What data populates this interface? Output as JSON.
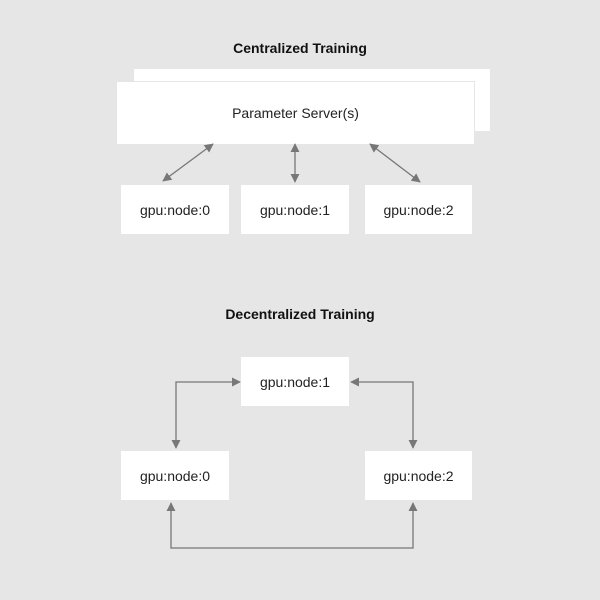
{
  "centralized": {
    "title": "Centralized Training",
    "server_label": "Parameter Server(s)",
    "nodes": [
      "gpu:node:0",
      "gpu:node:1",
      "gpu:node:2"
    ]
  },
  "decentralized": {
    "title": "Decentralized Training",
    "nodes": [
      "gpu:node:1",
      "gpu:node:0",
      "gpu:node:2"
    ]
  },
  "colors": {
    "background": "#e6e6e6",
    "box": "#ffffff",
    "connector": "#777777",
    "text": "#222222"
  }
}
